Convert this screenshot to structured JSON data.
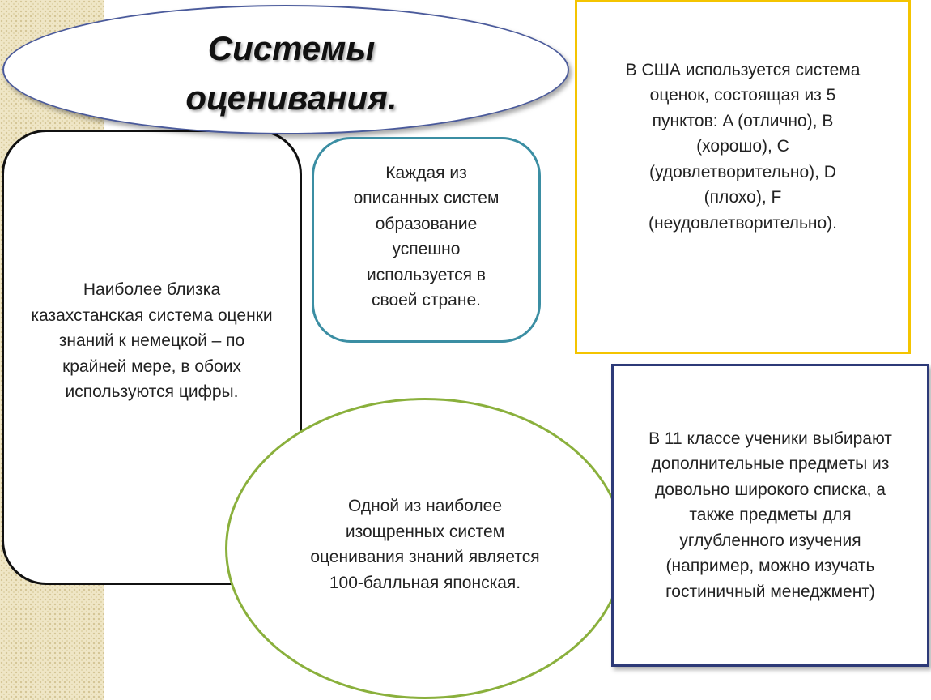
{
  "title": "Системы оценивания.",
  "boxes": {
    "kazakhstan": "Наиболее близка казахстанская система оценки знаний к немецкой – по крайней мере, в обоих используются цифры.",
    "each_system": "Каждая из описанных систем образование успешно используется в своей стране.",
    "usa": "В США используется система оценок, состоящая из 5 пунктов: A (отлично), B (хорошо), C (удовлетворительно), D (плохо), F (неудовлетворительно).",
    "japan": "Одной из наиболее изощренных систем оценивания знаний является 100-балльная японская.",
    "grade11": "В 11 классе ученики выбирают дополнительные предметы из довольно широкого списка, а также предметы для углубленного изучения (например, можно изучать гостиничный менеджмент)"
  },
  "colors": {
    "title_border": "#4a5a9b",
    "left_border": "#111111",
    "teal_border": "#3b8ea3",
    "usa_border": "#f4c400",
    "japan_border": "#8ab03c",
    "grade11_border": "#2d3a78",
    "stripe": "#efe6c6"
  }
}
